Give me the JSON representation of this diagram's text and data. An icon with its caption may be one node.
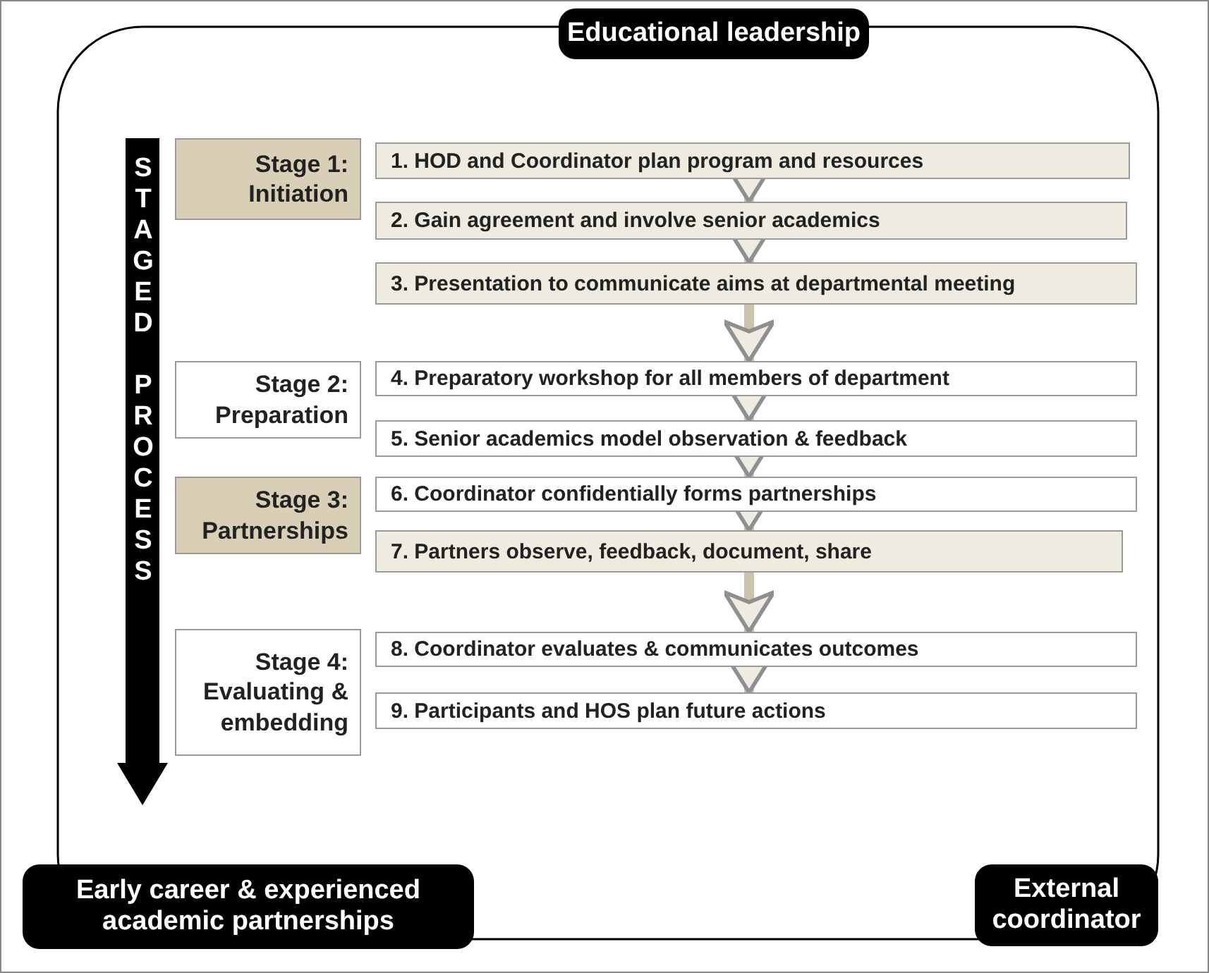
{
  "diagram": {
    "nodes": [
      {
        "text": [
          "Educational leadership"
        ]
      },
      {
        "text": [
          "Stage 1: Initiation"
        ]
      },
      {
        "text": [
          "1. HOD and Coordinator plan program and resources"
        ]
      },
      {
        "text": [
          "2. Gain agreement and involve senior academics"
        ]
      },
      {
        "text": [
          "3. Presentation to communicate aims at departmental meeting"
        ]
      },
      {
        "text": [
          "Stage 2: Preparation"
        ]
      },
      {
        "text": [
          "4. Preparatory workshop for all members of department"
        ]
      },
      {
        "text": [
          "5. Senior academics model observation & feedback"
        ]
      },
      {
        "text": [
          "Stage 3: Partnerships"
        ]
      },
      {
        "text": [
          "6. Coordinator confidentially forms partnerships"
        ]
      },
      {
        "text": [
          "7. Partners observe, feedback, document, share"
        ]
      },
      {
        "text": [
          "Stage 4: Evaluating & embedding"
        ]
      },
      {
        "text": [
          "8. Coordinator evaluates & communicates outcomes"
        ]
      },
      {
        "text": [
          "9. Participants and HOS plan future actions"
        ]
      },
      {
        "text": [
          "Early career & experienced academic partnerships"
        ]
      },
      {
        "text": [
          "External coordinator"
        ]
      }
    ],
    "edges": [
      {
        "from": 2,
        "to": 3,
        "arrow": "to"
      },
      {
        "from": 3,
        "to": 4,
        "arrow": "to"
      },
      {
        "from": 4,
        "to": 6,
        "arrow": "to"
      },
      {
        "from": 6,
        "to": 7,
        "arrow": "to"
      },
      {
        "from": 7,
        "to": 9,
        "arrow": "to"
      },
      {
        "from": 9,
        "to": 10,
        "arrow": "to"
      },
      {
        "from": 10,
        "to": 12,
        "arrow": "to"
      },
      {
        "from": 12,
        "to": 13,
        "arrow": "to"
      }
    ],
    "labels": [
      "STAGED PROCESS"
    ]
  }
}
